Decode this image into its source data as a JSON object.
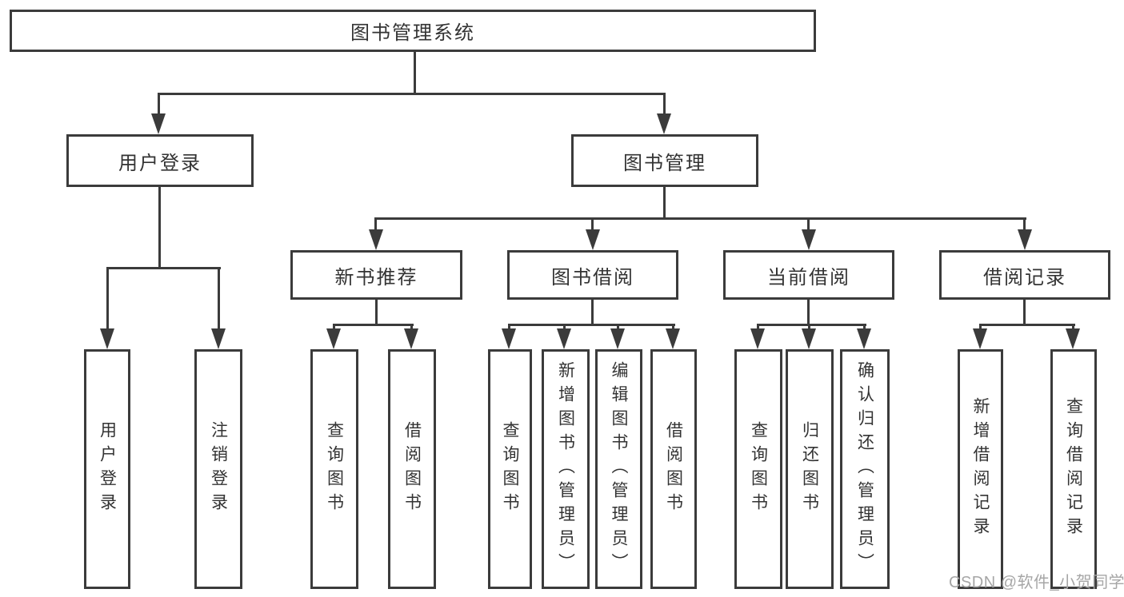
{
  "tree": {
    "root": "图书管理系统",
    "level1": [
      {
        "label": "用户登录",
        "leaves": [
          "用户登录",
          "注销登录"
        ]
      },
      {
        "label": "图书管理"
      }
    ],
    "level2": [
      {
        "label": "新书推荐",
        "leaves": [
          "查询图书",
          "借阅图书"
        ]
      },
      {
        "label": "图书借阅",
        "leaves": [
          "查询图书",
          "新增图书（管理员）",
          "编辑图书（管理员）",
          "借阅图书"
        ]
      },
      {
        "label": "当前借阅",
        "leaves": [
          "查询图书",
          "归还图书",
          "确认归还（管理员）"
        ]
      },
      {
        "label": "借阅记录",
        "leaves": [
          "新增借阅记录",
          "查询借阅记录"
        ]
      }
    ]
  },
  "watermark": "CSDN @软件_小贺同学",
  "colors": {
    "line": "#3b3b3b",
    "text": "#333333",
    "watermark": "#a6a6a6",
    "background": "#ffffff"
  }
}
